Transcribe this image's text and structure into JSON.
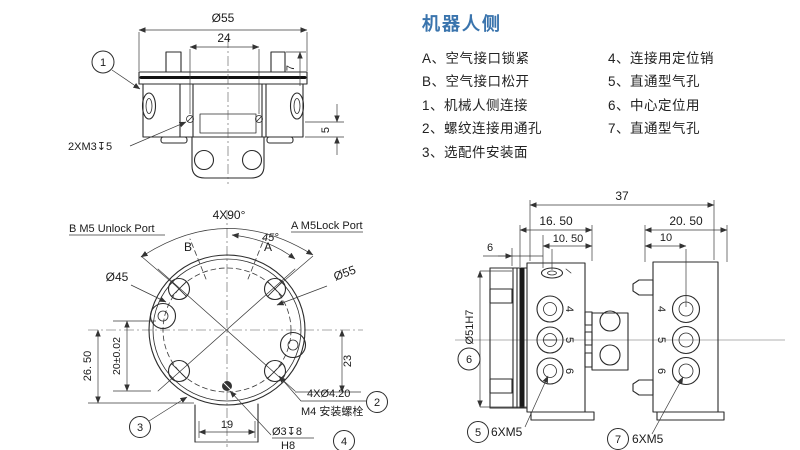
{
  "colors": {
    "accent": "#3a74ad",
    "line": "#2b2b2b",
    "background": "#ffffff"
  },
  "legend": {
    "title": "机器人侧",
    "col1": [
      "A、空气接口锁紧",
      "B、空气接口松开",
      "1、机械人侧连接",
      "2、螺纹连接用通孔",
      "3、选配件安装面"
    ],
    "col2": [
      "4、连接用定位销",
      "5、直通型气孔",
      "6、中心定位用",
      "7、直通型气孔"
    ]
  },
  "top_view": {
    "dia55": "Ø55",
    "w24": "24",
    "h7": "7",
    "h5": "5",
    "callout1": "1",
    "thread": "2XM3↧5"
  },
  "front_view": {
    "angle_pattern": "4X90°",
    "unlock_port": "B M5 Unlock Port",
    "lock_port": "A M5Lock Port",
    "angle45": "45°",
    "label_b": "B",
    "label_a": "A",
    "dia45": "Ø45",
    "dia55": "Ø55",
    "d2650": "26. 50",
    "d20tol": "20±0.02",
    "d23": "23",
    "d19": "19",
    "holes": "4XØ4.20",
    "holes_note": "M4 安装螺栓",
    "callout2": "2",
    "callout3": "3",
    "pin_hole": "Ø3↧8",
    "fit": "H8",
    "callout4": "4"
  },
  "side_view": {
    "d37": "37",
    "d1650": "16. 50",
    "d1050": "10. 50",
    "d2050": "20. 50",
    "d10": "10",
    "d6": "6",
    "dia51": "Ø51H7",
    "callout6": "6",
    "callout5": "5",
    "callout7": "7",
    "thread_left": "6XM5",
    "thread_right": "6XM5",
    "ports_left": [
      "4",
      "5",
      "6"
    ],
    "ports_right": [
      "4",
      "5",
      "6"
    ]
  }
}
